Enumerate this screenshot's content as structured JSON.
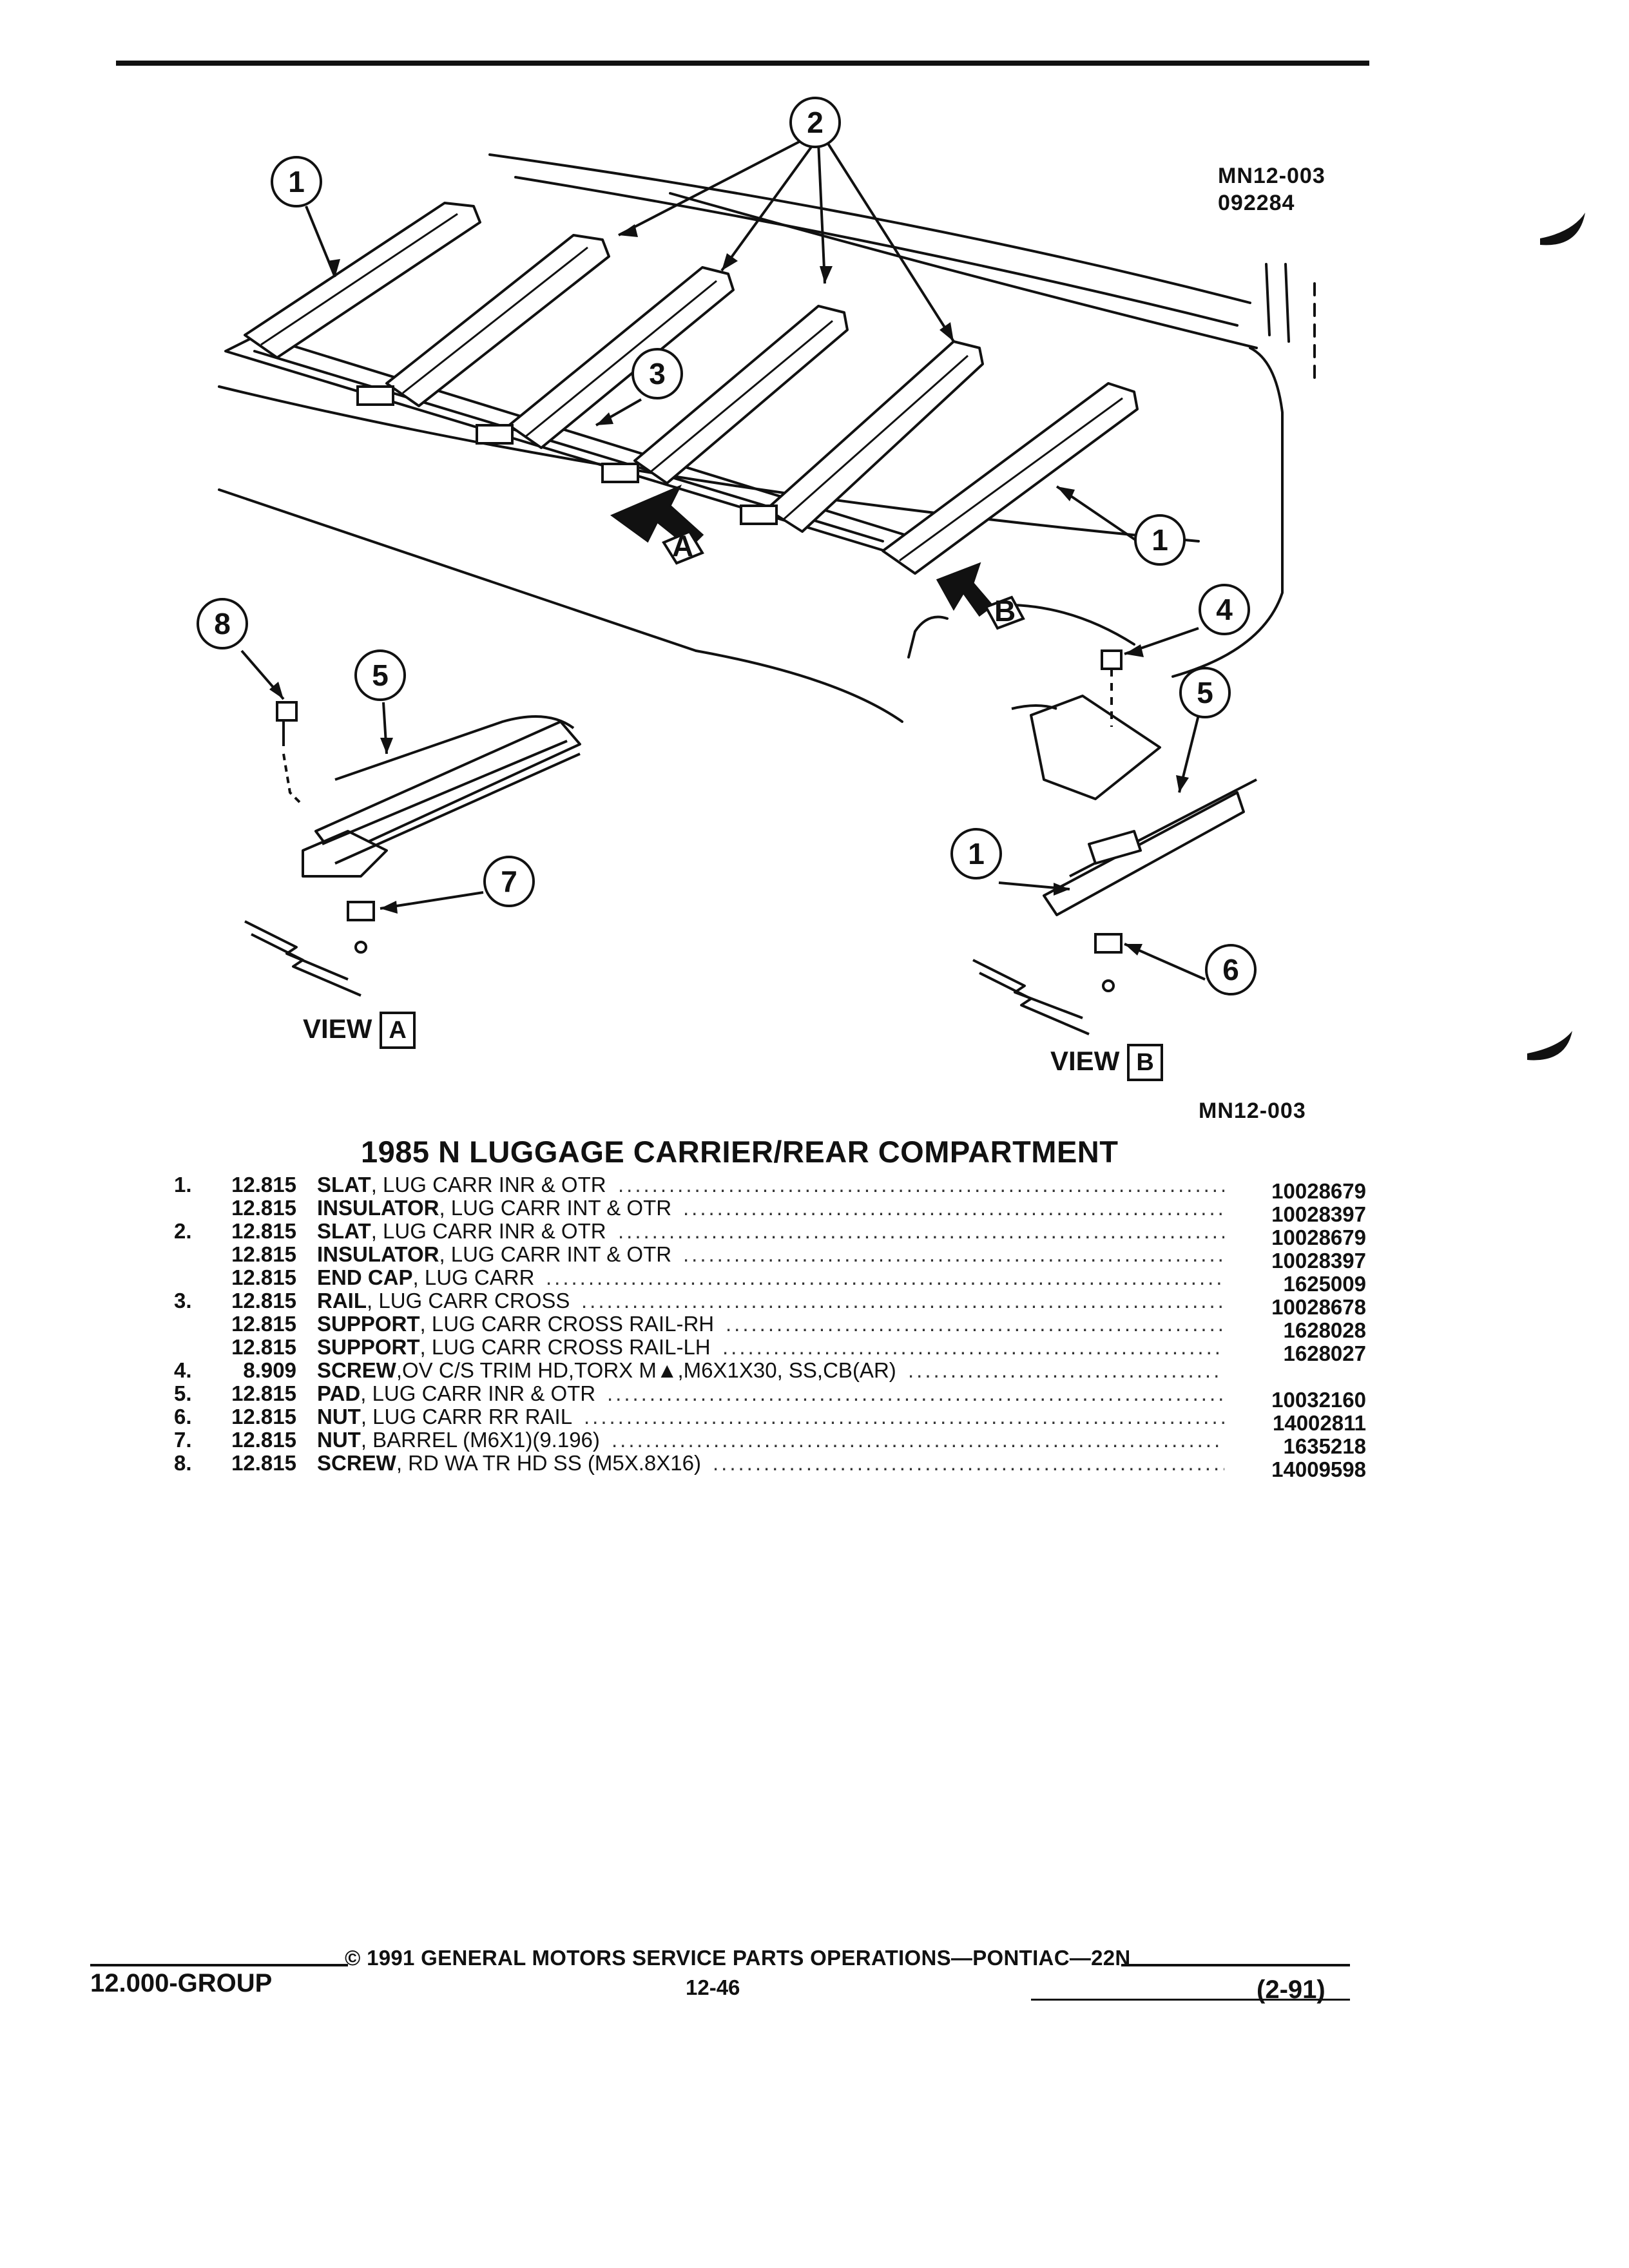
{
  "header": {
    "ref_code": "MN12-003",
    "ref_date": "092284"
  },
  "diagram": {
    "callouts": [
      "1",
      "2",
      "3",
      "1",
      "8",
      "5",
      "7",
      "4",
      "5",
      "1",
      "6"
    ],
    "view_markers": [
      "A",
      "B"
    ],
    "view_a_label": "VIEW",
    "view_a_box": "A",
    "view_b_label": "VIEW",
    "view_b_box": "B",
    "figure_code": "MN12-003"
  },
  "title": "1985 N LUGGAGE CARRIER/REAR COMPARTMENT",
  "parts": [
    {
      "num": "1.",
      "group": "12.815",
      "name": "SLAT",
      "desc": ", LUG CARR INR & OTR",
      "part_no": "10028679"
    },
    {
      "num": "",
      "group": "12.815",
      "name": "INSULATOR",
      "desc": ", LUG CARR INT & OTR",
      "part_no": "10028397"
    },
    {
      "num": "2.",
      "group": "12.815",
      "name": "SLAT",
      "desc": ", LUG CARR INR & OTR",
      "part_no": "10028679"
    },
    {
      "num": "",
      "group": "12.815",
      "name": "INSULATOR",
      "desc": ", LUG CARR INT & OTR",
      "part_no": "10028397"
    },
    {
      "num": "",
      "group": "12.815",
      "name": "END CAP",
      "desc": ", LUG CARR",
      "part_no": "1625009"
    },
    {
      "num": "3.",
      "group": "12.815",
      "name": "RAIL",
      "desc": ", LUG CARR CROSS",
      "part_no": "10028678"
    },
    {
      "num": "",
      "group": "12.815",
      "name": "SUPPORT",
      "desc": ", LUG CARR CROSS RAIL-RH",
      "part_no": "1628028"
    },
    {
      "num": "",
      "group": "12.815",
      "name": "SUPPORT",
      "desc": ", LUG CARR CROSS RAIL-LH",
      "part_no": "1628027"
    },
    {
      "num": "4.",
      "group": "8.909",
      "name": "SCREW",
      "desc": ",OV C/S TRIM HD,TORX M▲,M6X1X30, SS,CB(AR)",
      "part_no": ""
    },
    {
      "num": "5.",
      "group": "12.815",
      "name": "PAD",
      "desc": ", LUG CARR INR & OTR",
      "part_no": "10032160"
    },
    {
      "num": "6.",
      "group": "12.815",
      "name": "NUT",
      "desc": ", LUG CARR RR RAIL",
      "part_no": "14002811"
    },
    {
      "num": "7.",
      "group": "12.815",
      "name": "NUT",
      "desc": ", BARREL (M6X1)(9.196)",
      "part_no": "1635218"
    },
    {
      "num": "8.",
      "group": "12.815",
      "name": "SCREW",
      "desc": ", RD WA TR HD SS (M5X.8X16)",
      "part_no": "14009598"
    }
  ],
  "footer": {
    "group": "12.000-GROUP",
    "copyright": "© 1991 GENERAL MOTORS SERVICE PARTS OPERATIONS—PONTIAC—22N",
    "page": "12-46",
    "date": "(2-91)"
  }
}
